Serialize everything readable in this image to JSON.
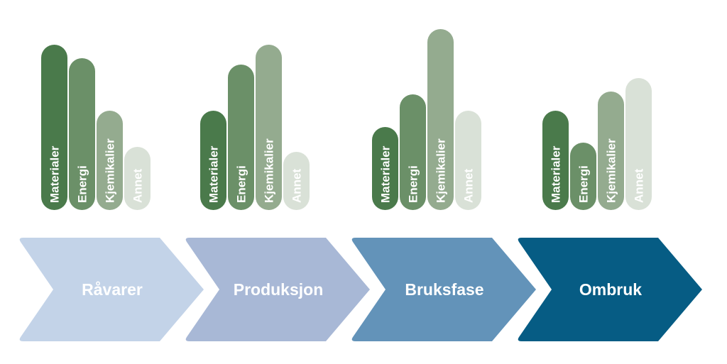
{
  "colors": {
    "Materialer": "#4a7a4b",
    "Energi": "#6b9068",
    "Kjemikalier": "#94ab8f",
    "Annet": "#d9e1d7"
  },
  "annet_label_color": "#f4f7f3",
  "groups": [
    {
      "stage": "Råvarer",
      "stage_color": "#c3d3e8",
      "bars": [
        {
          "label": "Materialer",
          "level": 1.0
        },
        {
          "label": "Energi",
          "level": 0.92
        },
        {
          "label": "Kjemikalier",
          "level": 0.6
        },
        {
          "label": "Annet",
          "level": 0.38
        }
      ]
    },
    {
      "stage": "Produksjon",
      "stage_color": "#a8b8d6",
      "bars": [
        {
          "label": "Materialer",
          "level": 0.6
        },
        {
          "label": "Energi",
          "level": 0.88
        },
        {
          "label": "Kjemikalier",
          "level": 1.0
        },
        {
          "label": "Annet",
          "level": 0.35
        }
      ]
    },
    {
      "stage": "Bruksfase",
      "stage_color": "#6393b9",
      "bars": [
        {
          "label": "Materialer",
          "level": 0.46
        },
        {
          "label": "Energi",
          "level": 0.64
        },
        {
          "label": "Kjemikalier",
          "level": 1.0
        },
        {
          "label": "Annet",
          "level": 0.55
        }
      ]
    },
    {
      "stage": "Ombruk",
      "stage_color": "#065c84",
      "bars": [
        {
          "label": "Materialer",
          "level": 0.75
        },
        {
          "label": "Energi",
          "level": 0.51
        },
        {
          "label": "Kjemikalier",
          "level": 0.9
        },
        {
          "label": "Annet",
          "level": 1.0
        }
      ]
    }
  ]
}
